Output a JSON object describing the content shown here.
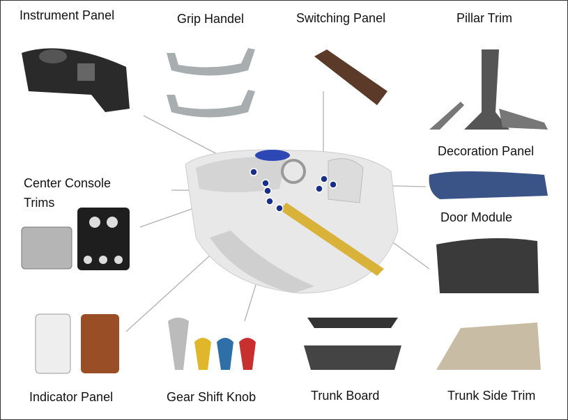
{
  "labels": {
    "instrument_panel": "Instrument Panel",
    "grip_handel": "Grip Handel",
    "switching_panel": "Switching Panel",
    "pillar_trim": "Pillar Trim",
    "decoration_panel": "Decoration Panel",
    "center_console_line1": "Center Console",
    "center_console_line2": "Trims",
    "door_module": "Door Module",
    "indicator_panel": "Indicator Panel",
    "gear_shift_knob": "Gear Shift Knob",
    "trunk_board": "Trunk Board",
    "trunk_side_trim": "Trunk Side Trim"
  },
  "colors": {
    "marker": "#1a2f8a",
    "leader_line": "#b0b0b0",
    "floor_rail": "#d9b23a"
  }
}
